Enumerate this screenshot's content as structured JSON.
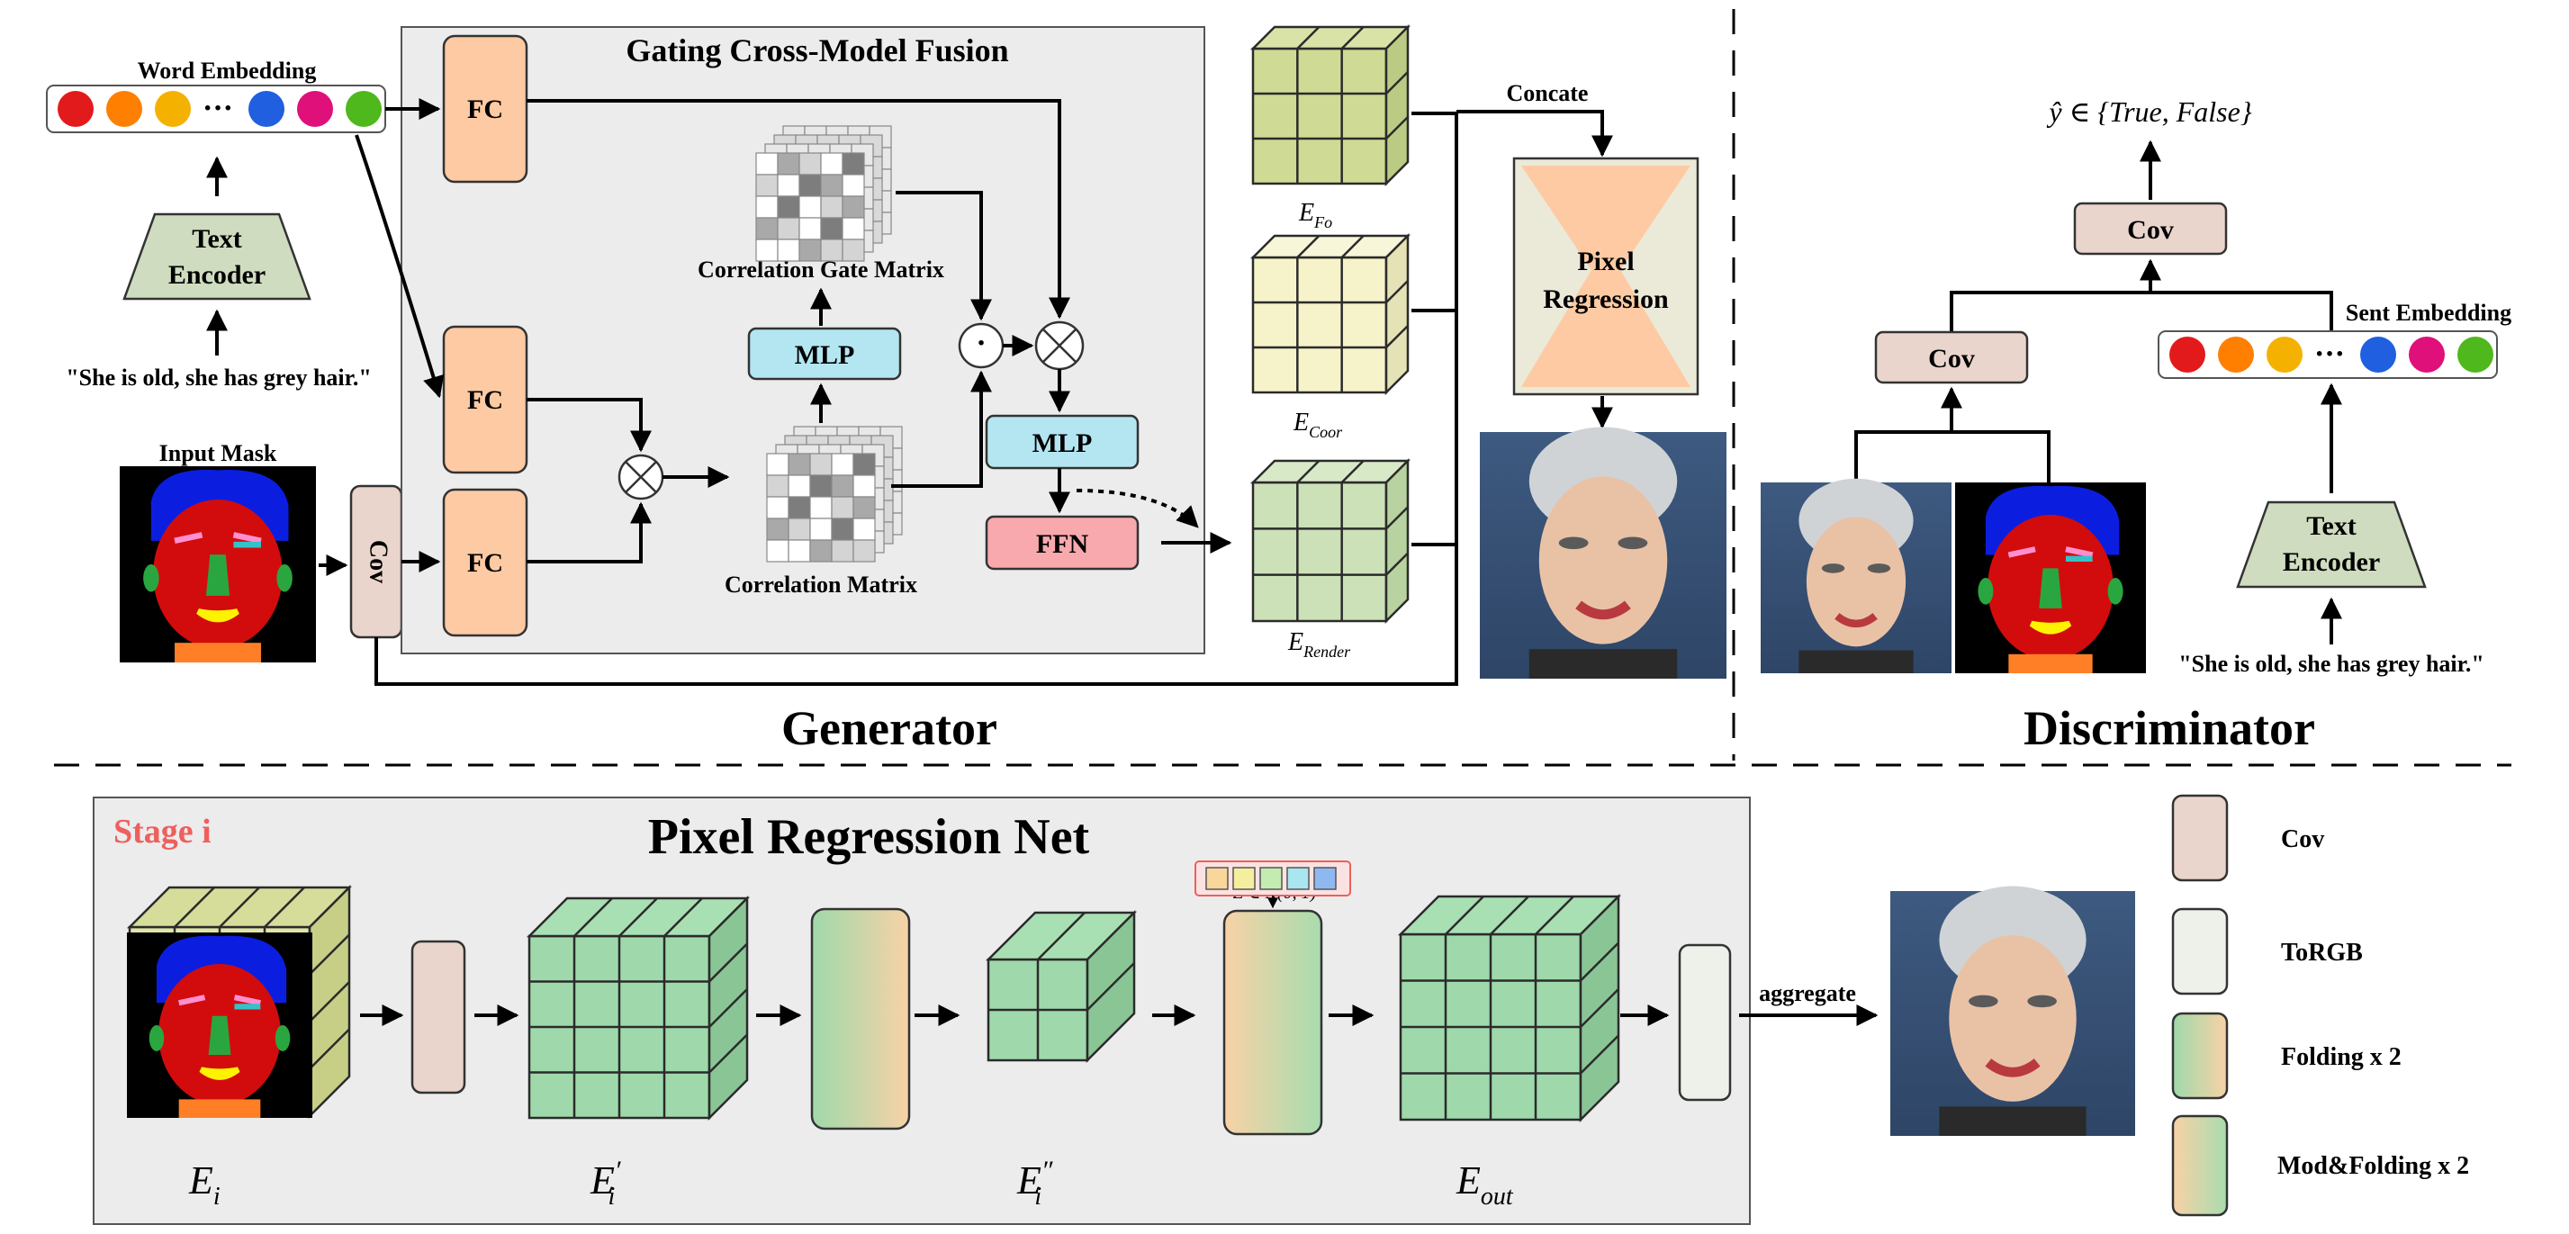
{
  "generator": {
    "title": "Generator",
    "word_embedding_label": "Word Embedding",
    "embedding_dot_colors": [
      "#e31a1c",
      "#ff7f00",
      "#f5b100",
      "#1f5fe0",
      "#e0107a",
      "#4fb81c"
    ],
    "ellipsis": "···",
    "text_encoder_label_1": "Text",
    "text_encoder_label_2": "Encoder",
    "caption": "\"She is old, she has grey hair.\"",
    "input_mask_label": "Input Mask",
    "cov_label": "Cov",
    "fusion_title": "Gating Cross-Model Fusion",
    "fc_label": "FC",
    "mlp_label": "MLP",
    "ffn_label": "FFN",
    "correlation_gate_matrix_label": "Correlation Gate Matrix",
    "correlation_matrix_label": "Correlation Matrix",
    "dot_operator": "·",
    "concate_label": "Concate",
    "pixel_regression_label_1": "Pixel",
    "pixel_regression_label_2": "Regression",
    "cubes": [
      {
        "base": "E",
        "sub": "Fo"
      },
      {
        "base": "E",
        "sub": "Coor"
      },
      {
        "base": "E",
        "sub": "Render"
      }
    ]
  },
  "discriminator": {
    "title": "Discriminator",
    "output_label": "ŷ ∈ {True, False}",
    "cov_label": "Cov",
    "sent_embedding_label": "Sent Embedding",
    "embedding_dot_colors": [
      "#e31a1c",
      "#ff7f00",
      "#f5b100",
      "#1f5fe0",
      "#e0107a",
      "#4fb81c"
    ],
    "ellipsis": "···",
    "text_encoder_label_1": "Text",
    "text_encoder_label_2": "Encoder",
    "caption": "\"She is old, she has grey hair.\""
  },
  "pixel_net": {
    "title": "Pixel Regression Net",
    "stage_label": "Stage i",
    "noise_label": "Z ∈ N(0, 1)",
    "noise_colors": [
      "#f9d79b",
      "#f5ee9e",
      "#c4ecb0",
      "#a9e6ef",
      "#8fb8f0"
    ],
    "aggregate_label": "aggregate",
    "stage_labels": [
      {
        "base": "E",
        "sub": "i",
        "prime": ""
      },
      {
        "base": "E",
        "sub": "i",
        "prime": "′"
      },
      {
        "base": "E",
        "sub": "i",
        "prime": "″"
      },
      {
        "base": "E",
        "sub": "out",
        "prime": ""
      }
    ]
  },
  "legend": [
    {
      "name": "Cov",
      "type": "cov"
    },
    {
      "name": "ToRGB",
      "type": "torgb"
    },
    {
      "name": "Folding x 2",
      "type": "fold"
    },
    {
      "name": "Mod&Folding x 2",
      "type": "modfold"
    }
  ],
  "colors": {
    "fc": "#fdcaa3",
    "cov": "#ead5cc",
    "mlp": "#b4e6f2",
    "ffn": "#f7a9ad",
    "encoder": "#cfdcbf",
    "panel": "#ececec",
    "cube_fo": "#cfdb94",
    "cube_coor": "#f6f3cb",
    "cube_render": "#cce1b7",
    "cube_green": "#9fd9ab",
    "torgb": "#eef0ea",
    "stage_red": "#ef5f5c"
  }
}
